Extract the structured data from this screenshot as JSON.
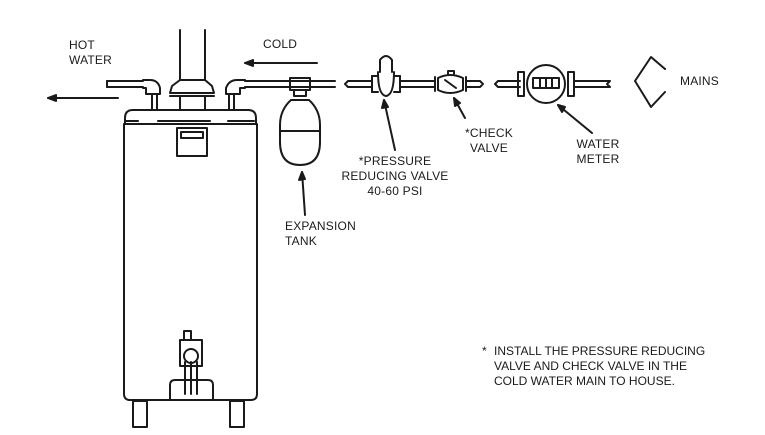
{
  "diagram": {
    "title": "Water heater installation with expansion tank, pressure reducing valve, check valve and water meter",
    "flow": [
      "mains",
      "water-meter",
      "check-valve",
      "pressure-reducing-valve",
      "expansion-tank",
      "water-heater",
      "hot-water-outlet"
    ],
    "labels": {
      "hot_water_line1": "HOT",
      "hot_water_line2": "WATER",
      "cold": "COLD",
      "mains": "MAINS",
      "expansion_tank_line1": "EXPANSION",
      "expansion_tank_line2": "TANK",
      "prv_line1": "*PRESSURE",
      "prv_line2": "REDUCING VALVE",
      "prv_line3": "40-60 PSI",
      "check_valve_line1": "*CHECK",
      "check_valve_line2": "VALVE",
      "water_meter_line1": "WATER",
      "water_meter_line2": "METER"
    },
    "footnote": {
      "marker": "*",
      "line1": "INSTALL THE PRESSURE REDUCING",
      "line2": "VALVE AND CHECK VALVE IN THE",
      "line3": "COLD WATER MAIN TO HOUSE."
    },
    "line_color": "#1a1a1a",
    "background": "#ffffff"
  }
}
